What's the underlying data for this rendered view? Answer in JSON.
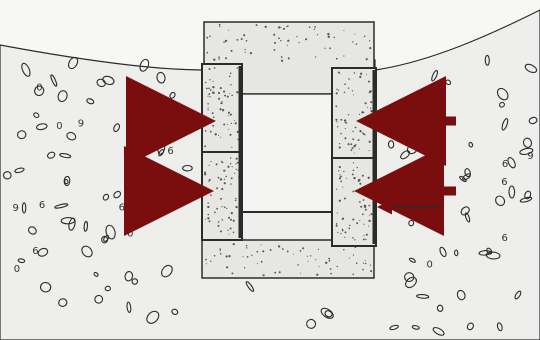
{
  "colors": {
    "paper": "#f7f7f5",
    "pencil": "#2b2b2b",
    "shade": "#9a9a9a",
    "concrete": "#e6e6e3",
    "arrow": "#7a0e0e"
  },
  "soil_marks": {
    "digits": [
      "6",
      "0",
      "9",
      "6",
      "0",
      "6",
      "9",
      "0",
      "6",
      "6",
      "0",
      "9",
      "6",
      "0",
      "6",
      "9",
      "6",
      "0"
    ]
  },
  "arrows": {
    "count": 4,
    "direction": [
      "right",
      "left",
      "right",
      "left"
    ]
  }
}
